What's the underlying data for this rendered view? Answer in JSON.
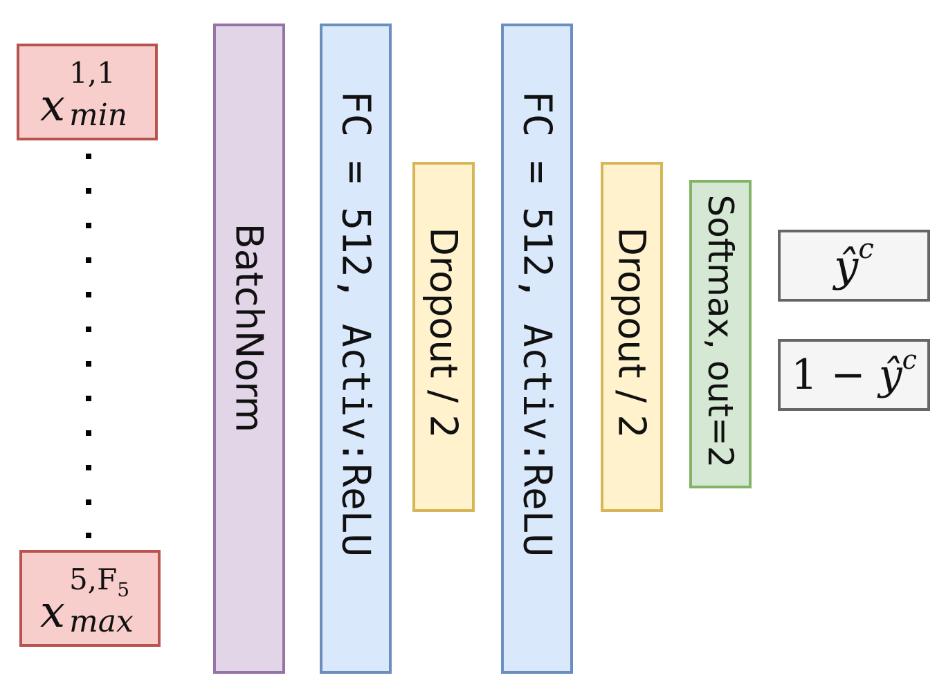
{
  "inputs": {
    "first": {
      "base": "x",
      "superscript": "1,1",
      "subscript": "min"
    },
    "last": {
      "base": "x",
      "superscript": "5,F",
      "superscript_sub": "5",
      "subscript": "max"
    }
  },
  "layers": {
    "batchnorm": "BatchNorm",
    "fc1": "FC = 512, Activ:ReLU",
    "dropout1": "Dropout / 2",
    "fc2": "FC = 512, Activ:ReLU",
    "dropout2": "Dropout / 2",
    "softmax": "Softmax, out=2"
  },
  "outputs": {
    "y_hat": {
      "base": "ŷ",
      "superscript": "c"
    },
    "one_minus_y_hat": {
      "prefix": "1 − ",
      "base": "ŷ",
      "superscript": "c"
    }
  },
  "colors": {
    "input": "#f8cecc",
    "batchnorm": "#e1d5e7",
    "fc": "#dae8fc",
    "dropout": "#fff2cc",
    "softmax": "#d5e8d4",
    "output": "#f5f5f5"
  }
}
